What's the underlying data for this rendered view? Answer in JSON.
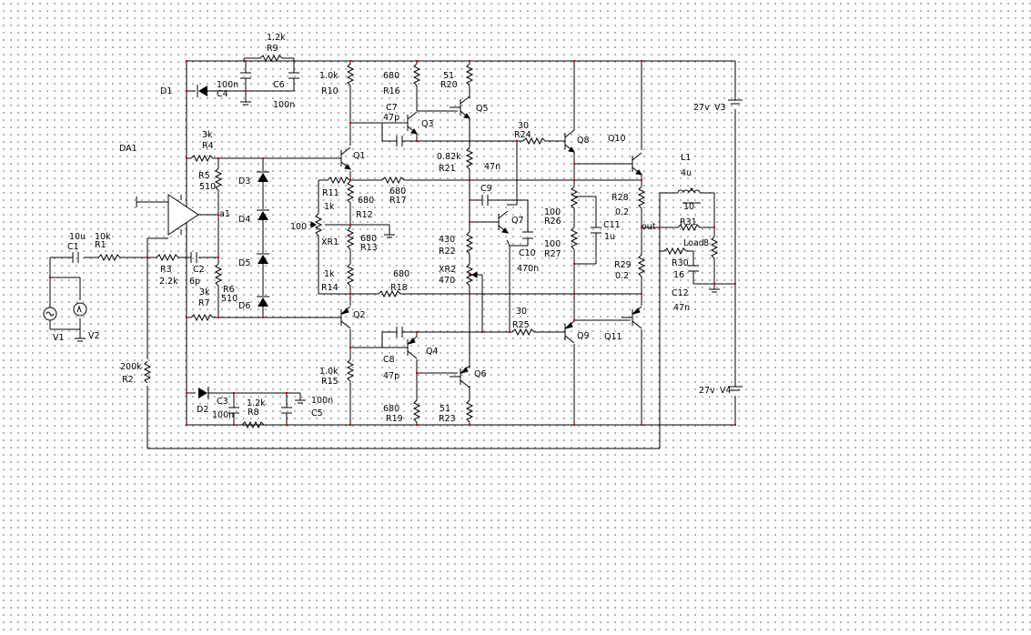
{
  "labels": {
    "DA1": "DA1",
    "D1": "D1",
    "C4": "C4",
    "C4v": "100n",
    "R9v": "1.2k",
    "R9": "R9",
    "C6": "C6",
    "C6v": "100n",
    "R10v": "1.0k",
    "R10": "R10",
    "R16v": "680",
    "R16": "R16",
    "R20v": "51",
    "R20": "R20",
    "Q5": "Q5",
    "C7": "C7",
    "C7v": "47p",
    "Q3": "Q3",
    "R24v": "30",
    "R24": "R24",
    "Q8": "Q8",
    "Q10": "Q10",
    "V3v": "27v",
    "V3": "V3",
    "R4v": "3k",
    "R4": "R4",
    "Q1": "Q1",
    "R21v": "0.82k",
    "R21": "R21",
    "C47n": "47n",
    "L1": "L1",
    "L1v": "4u",
    "R5": "R5",
    "R5v": "510",
    "D3": "D3",
    "R11": "R11",
    "R11v": "1k",
    "R12v": "680",
    "R12": "R12",
    "R17v": "680",
    "R17": "R17",
    "C9": "C9",
    "R28": "R28",
    "R28v": "0.2",
    "R31v": "10",
    "R31": "R31",
    "a1": "a1",
    "D4": "D4",
    "XR1v": "100",
    "XR1": "XR1",
    "R13v": "680",
    "R13": "R13",
    "Q7": "Q7",
    "R26v": "100",
    "R26": "R26",
    "C11": "C11",
    "C11v": "1u",
    "out": "out",
    "Load": "Load",
    "Loadv": "8",
    "C1v": "10u",
    "R1v": "10k",
    "C1": "C1",
    "R1": "R1",
    "R22v": "430",
    "R22": "R22",
    "C10": "C10",
    "R27v": "100",
    "R27": "R27",
    "R30": "R30",
    "R3": "R3",
    "R3v": "2.2k",
    "C2": "C2",
    "C2v": "6p",
    "D5": "D5",
    "XR2": "XR2",
    "XR2v": "470",
    "C10v": "470n",
    "R29": "R29",
    "R29v": "0.2",
    "R30v": "16",
    "R7v": "3k",
    "R6": "R6",
    "R14v": "1k",
    "R18v": "680",
    "C12": "C12",
    "R6v": "510",
    "R7": "R7",
    "D6": "D6",
    "R14": "R14",
    "R18": "R18",
    "R25v": "30",
    "C12v": "47n",
    "Q2": "Q2",
    "R25": "R25",
    "Q9": "Q9",
    "Q11": "Q11",
    "V1": "V1",
    "V2": "V2",
    "Q4": "Q4",
    "R2v": "200k",
    "R2": "R2",
    "C8": "C8",
    "R15v": "1.0k",
    "C8v": "47p",
    "R15": "R15",
    "Q6": "Q6",
    "V4v": "27v",
    "V4": "V4",
    "D2": "D2",
    "R8v": "1.2k",
    "C5v": "100n",
    "C3": "C3",
    "C3v": "100n",
    "R8": "R8",
    "C5": "C5",
    "R19v": "680",
    "R19": "R19",
    "R23v": "51",
    "R23": "R23"
  }
}
